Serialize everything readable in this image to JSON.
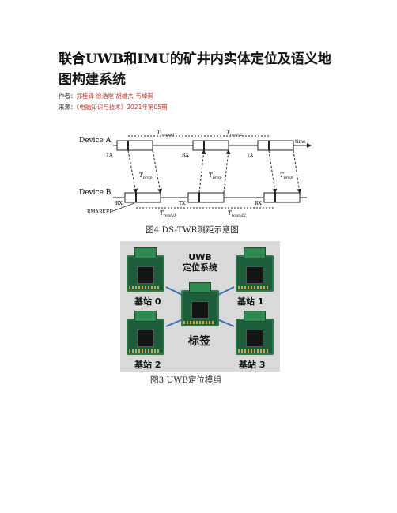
{
  "article": {
    "title": "联合UWB和IMU的矿井内实体定位及语义地图构建系统",
    "authors_label": "作者：",
    "authors": "郑桂锋 徐浩恺 胡雄杰 韦焯淇",
    "source_label": "来源：",
    "source": "《电脑知识与技术》2021年第05期"
  },
  "figure4": {
    "caption": "图4   DS-TWR测距示意图",
    "device_a": "Device A",
    "device_b": "Device B",
    "time_label": "time",
    "tx": "TX",
    "rx": "RX",
    "rmarker": "RMARKER",
    "t_round1": "T",
    "t_round1_sub": "round1",
    "t_reply1": "T",
    "t_reply1_sub": "reply1",
    "t_reply2": "T",
    "t_reply2_sub": "reply2",
    "t_round2": "T",
    "t_round2_sub": "round2",
    "t_prop": "T",
    "t_prop_sub": "prop"
  },
  "figure3": {
    "caption": "图3   UWB定位模组",
    "system_line1": "UWB",
    "system_line2": "定位系统",
    "station0": "基站 0",
    "station1": "基站 1",
    "station2": "基站 2",
    "station3": "基站 3",
    "tag": "标签"
  },
  "colors": {
    "meta_text": "#c0392b",
    "board_green": "#1e5e3a",
    "figure_bg": "#d9d9d9"
  }
}
